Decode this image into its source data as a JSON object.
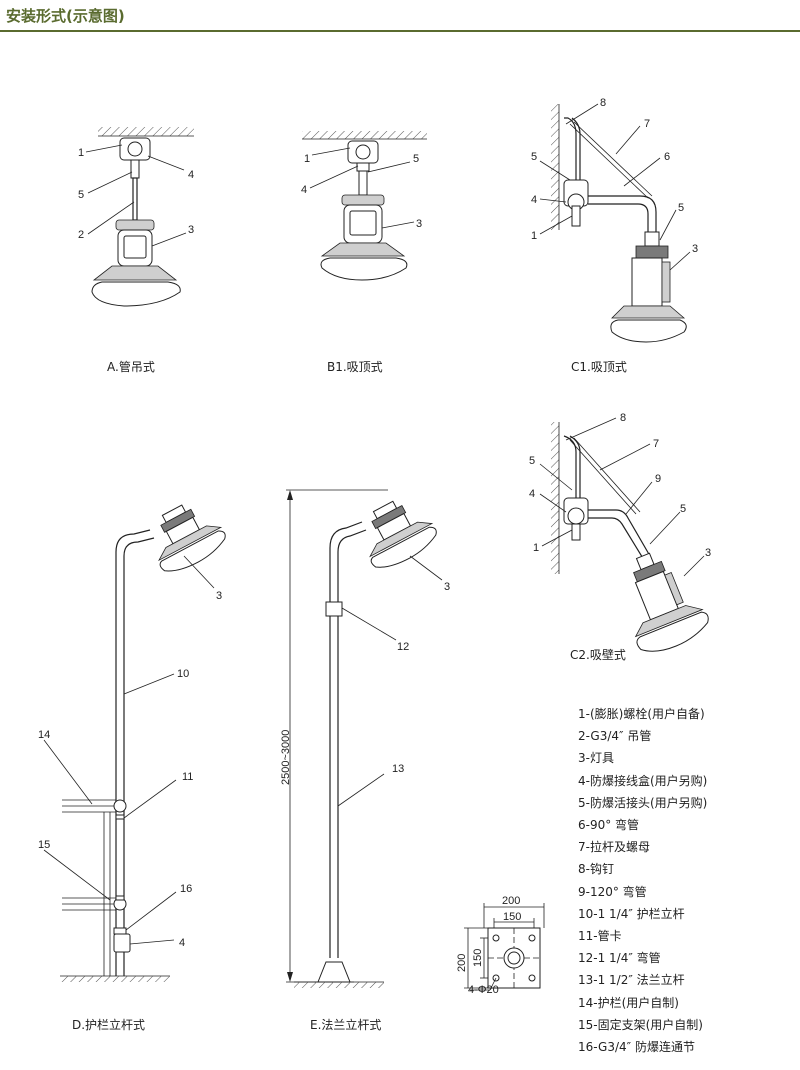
{
  "header": {
    "title": "安装形式(示意图)"
  },
  "diagrams": {
    "A": {
      "caption": "A.管吊式",
      "callouts": [
        "1",
        "5",
        "2",
        "4",
        "3"
      ]
    },
    "B1": {
      "caption": "B1.吸顶式",
      "callouts": [
        "1",
        "4",
        "5",
        "3"
      ]
    },
    "C1": {
      "caption": "C1.吸顶式",
      "callouts": [
        "8",
        "7",
        "5",
        "6",
        "4",
        "1",
        "5",
        "3"
      ]
    },
    "C2": {
      "caption": "C2.吸壁式",
      "callouts": [
        "8",
        "7",
        "5",
        "4",
        "9",
        "1",
        "5",
        "3"
      ]
    },
    "D": {
      "caption": "D.护栏立杆式",
      "callouts": [
        "3",
        "10",
        "14",
        "11",
        "15",
        "16",
        "4"
      ]
    },
    "E": {
      "caption": "E.法兰立杆式",
      "callouts": [
        "3",
        "12",
        "13"
      ],
      "height_range": "2500~3000"
    }
  },
  "flange": {
    "outer_width": "200",
    "inner_width": "150",
    "outer_height": "200",
    "inner_height": "150",
    "holes": "4-Φ20"
  },
  "legend": [
    "1-(膨胀)螺栓(用户自备)",
    "2-G3/4″ 吊管",
    "3-灯具",
    "4-防爆接线盒(用户另购)",
    "5-防爆活接头(用户另购)",
    "6-90° 弯管",
    "7-拉杆及螺母",
    "8-钩钉",
    "9-120° 弯管",
    "10-1 1/4″ 护栏立杆",
    "11-管卡",
    "12-1 1/4″ 弯管",
    "13-1 1/2″ 法兰立杆",
    "14-护栏(用户自制)",
    "15-固定支架(用户自制)",
    "16-G3/4″ 防爆连通节"
  ]
}
